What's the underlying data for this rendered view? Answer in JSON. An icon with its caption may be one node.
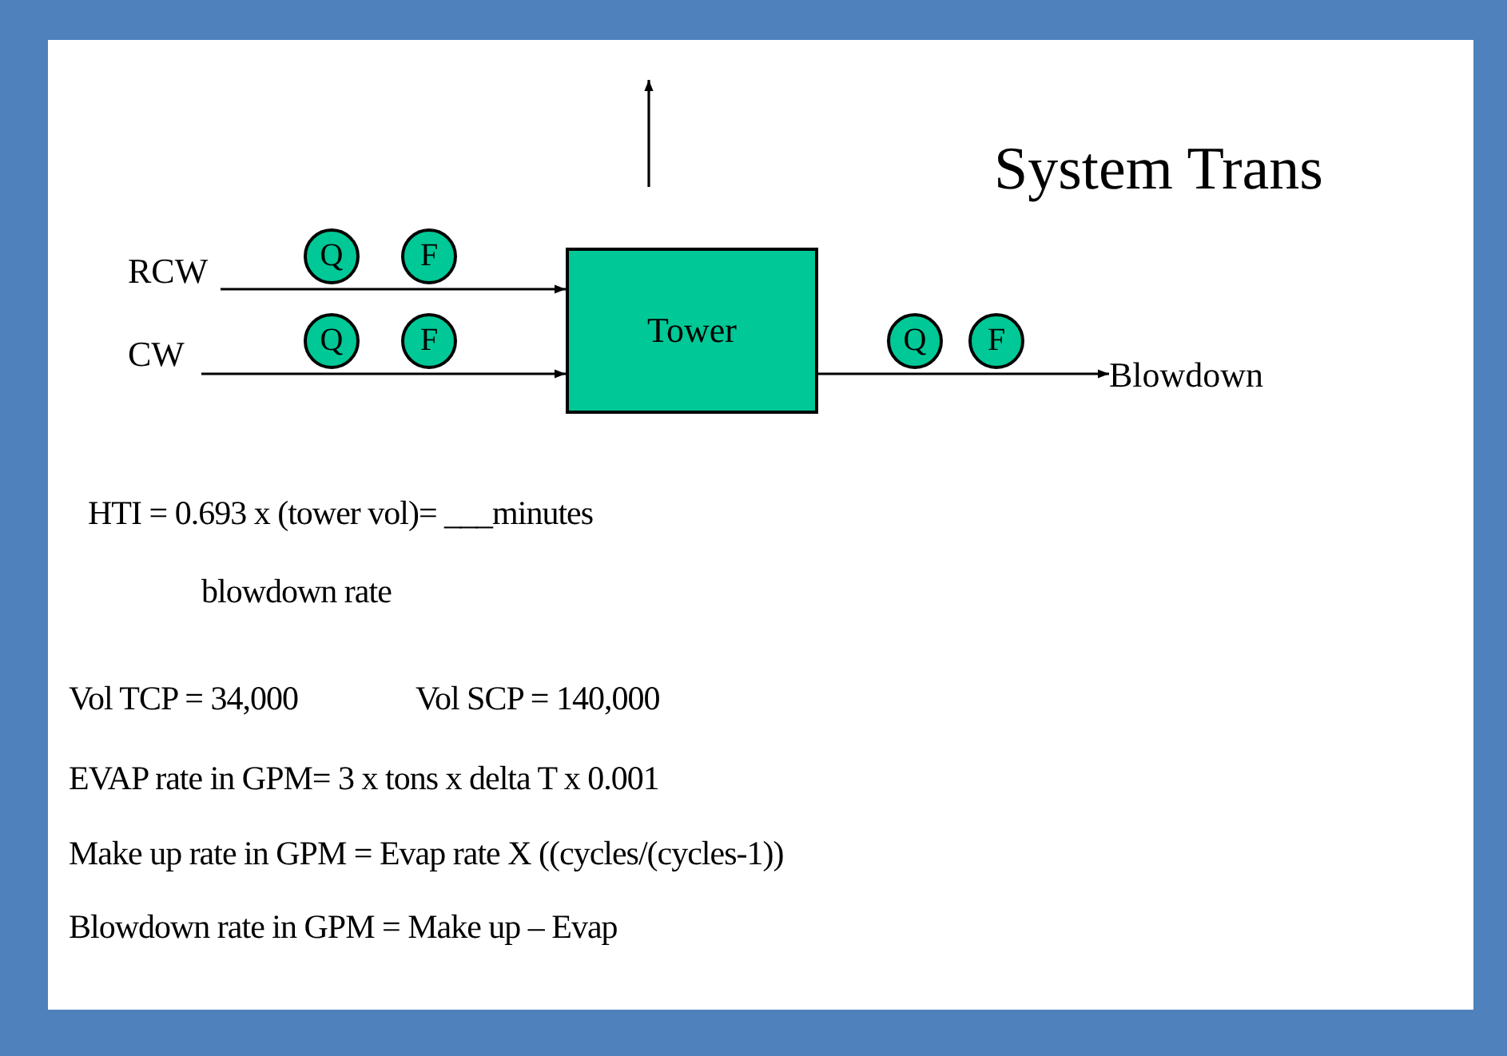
{
  "diagram": {
    "title": "System Trans",
    "nodes": [
      {
        "text": [
          "RCW"
        ]
      },
      {
        "text": [
          "Q"
        ]
      },
      {
        "text": [
          "F"
        ]
      },
      {
        "text": [
          "Tower"
        ]
      },
      {
        "text": [
          "CW"
        ]
      },
      {
        "text": [
          "Q"
        ]
      },
      {
        "text": [
          "F"
        ]
      },
      {
        "text": [
          "Q"
        ]
      },
      {
        "text": [
          "F"
        ]
      },
      {
        "text": [
          "Blowdown"
        ]
      }
    ],
    "edges": [
      {
        "from": 0,
        "to": 3,
        "arrow": "to"
      },
      {
        "from": 4,
        "to": 3,
        "arrow": "to"
      },
      {
        "from": 3,
        "to": 9,
        "arrow": "to"
      }
    ],
    "labels": [
      "HTI = 0.693 x (tower vol)= ___minutes",
      "blowdown rate",
      "Vol TCP = 34,000",
      "Vol SCP = 140,000",
      "EVAP rate in GPM= 3 x tons x delta T x 0.001",
      "Make up rate in GPM = Evap rate X ((cycles/(cycles-1))",
      "Blowdown rate in GPM = Make up – Evap"
    ]
  }
}
